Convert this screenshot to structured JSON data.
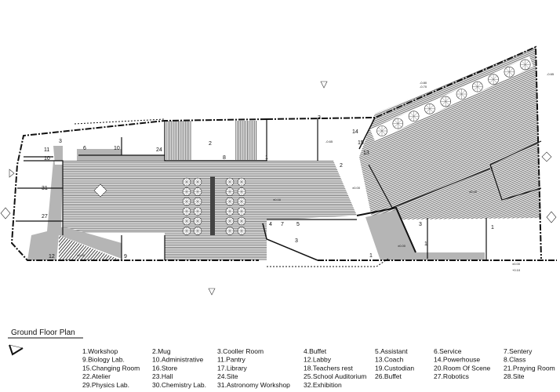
{
  "plan": {
    "title": "Ground Floor Plan",
    "room_labels": [
      "3",
      "11",
      "10",
      "6",
      "10",
      "24",
      "2",
      "8",
      "1",
      "31",
      "27",
      "12",
      "9",
      "4",
      "7",
      "5",
      "3",
      "3",
      "14",
      "15",
      "13",
      "2",
      "1",
      "1",
      "3",
      "1",
      "1"
    ],
    "elevation_labels": [
      "-0.65",
      "-0.80",
      "-0.70",
      "-0.65",
      "±0.00",
      "±0.00",
      "±0.00",
      "±0.00",
      "±0.00",
      "+0.10",
      "±0.00"
    ],
    "colors": {
      "line": "#111111",
      "corridor": "#b5b5b5",
      "hatch": "#555555"
    }
  },
  "legend": {
    "items": [
      "1.Workshop",
      "2.Mug",
      "3.Cooller Room",
      "4.Buffet",
      "5.Assistant",
      "6.Service",
      "7.Sentery",
      "9.Biology Lab.",
      "10.Administrative",
      "11.Pantry",
      "12.Labby",
      "13.Coach",
      "14.Powerhouse",
      "8.Class",
      "15.Changing Room",
      "16.Store",
      "17.Library",
      "18.Teachers rest",
      "19.Custodian",
      "20.Room Of Scene",
      "21.Praying Room",
      "22.Atelier",
      "23.Hall",
      "24.Site",
      "25.School Auditorium",
      "26.Buffet",
      "27.Robotics",
      "28.Site",
      "29.Physics Lab.",
      "30.Chemistry Lab.",
      "31.Astronomy Workshop",
      "32.Exhibition"
    ]
  }
}
